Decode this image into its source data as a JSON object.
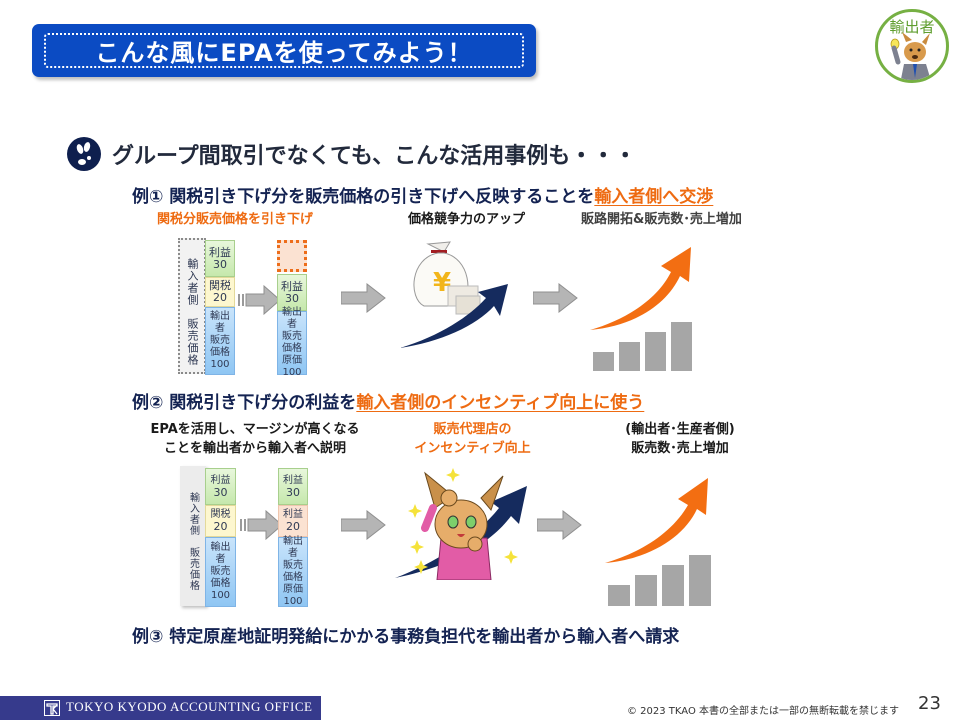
{
  "slide": {
    "title": "こんな風にEPAを使ってみよう！",
    "badge_label": "輸出者",
    "heading": "グループ間取引でなくても、こんな活用事例も・・・",
    "accent_orange": "#ee6b12",
    "title_blue": "#0b4bc3"
  },
  "example1": {
    "prefix": "例①  関税引き下げ分を販売価格の引き下げへ反映することを",
    "highlight": "輸入者側へ交渉",
    "step1_label": "関税分販売価格を引き下げ",
    "step2_label": "価格競争力のアップ",
    "step3_label": "販路開拓&販売数･売上増加",
    "before": {
      "side_label": "輸入者側　販売価格",
      "segments": [
        {
          "label": "利益",
          "value": "30"
        },
        {
          "label": "関税",
          "value": "20"
        },
        {
          "label": "輸出者 販売 価格",
          "value": "100"
        }
      ]
    },
    "after": {
      "segments": [
        {
          "label": "",
          "value": ""
        },
        {
          "label": "利益",
          "value": "30"
        },
        {
          "label": "輸出者 販売 価格 原価",
          "value": "100"
        }
      ]
    }
  },
  "example2": {
    "prefix": "例②  関税引き下げ分の利益を",
    "highlight": "輸入者側のインセンティブ向上に使う",
    "step1_line1": "EPAを活用し、マージンが高くなる",
    "step1_line2": "ことを輸出者から輸入者へ説明",
    "step2_line1": "販売代理店の",
    "step2_line2": "インセンティブ向上",
    "step3_line1": "(輸出者･生産者側)",
    "step3_line2": "販売数･売上増加",
    "before": {
      "side_label": "輸入者側　販売価格",
      "segments": [
        {
          "label": "利益",
          "value": "30"
        },
        {
          "label": "関税",
          "value": "20"
        },
        {
          "label": "輸出者 販売 価格",
          "value": "100"
        }
      ]
    },
    "after": {
      "segments": [
        {
          "label": "利益",
          "value": "30"
        },
        {
          "label": "利益",
          "value": "20"
        },
        {
          "label": "輸出者 販売 価格 原価",
          "value": "100"
        }
      ]
    }
  },
  "example3": {
    "text": "例③  特定原産地証明発給にかかる事務負担代を輸出者から輸入者へ請求"
  },
  "footer": {
    "company": "TOKYO KYODO ACCOUNTING OFFICE",
    "copyright": "© 2023 TKAO 本書の全部または一部の無断転載を禁じます",
    "page_number": "23"
  }
}
